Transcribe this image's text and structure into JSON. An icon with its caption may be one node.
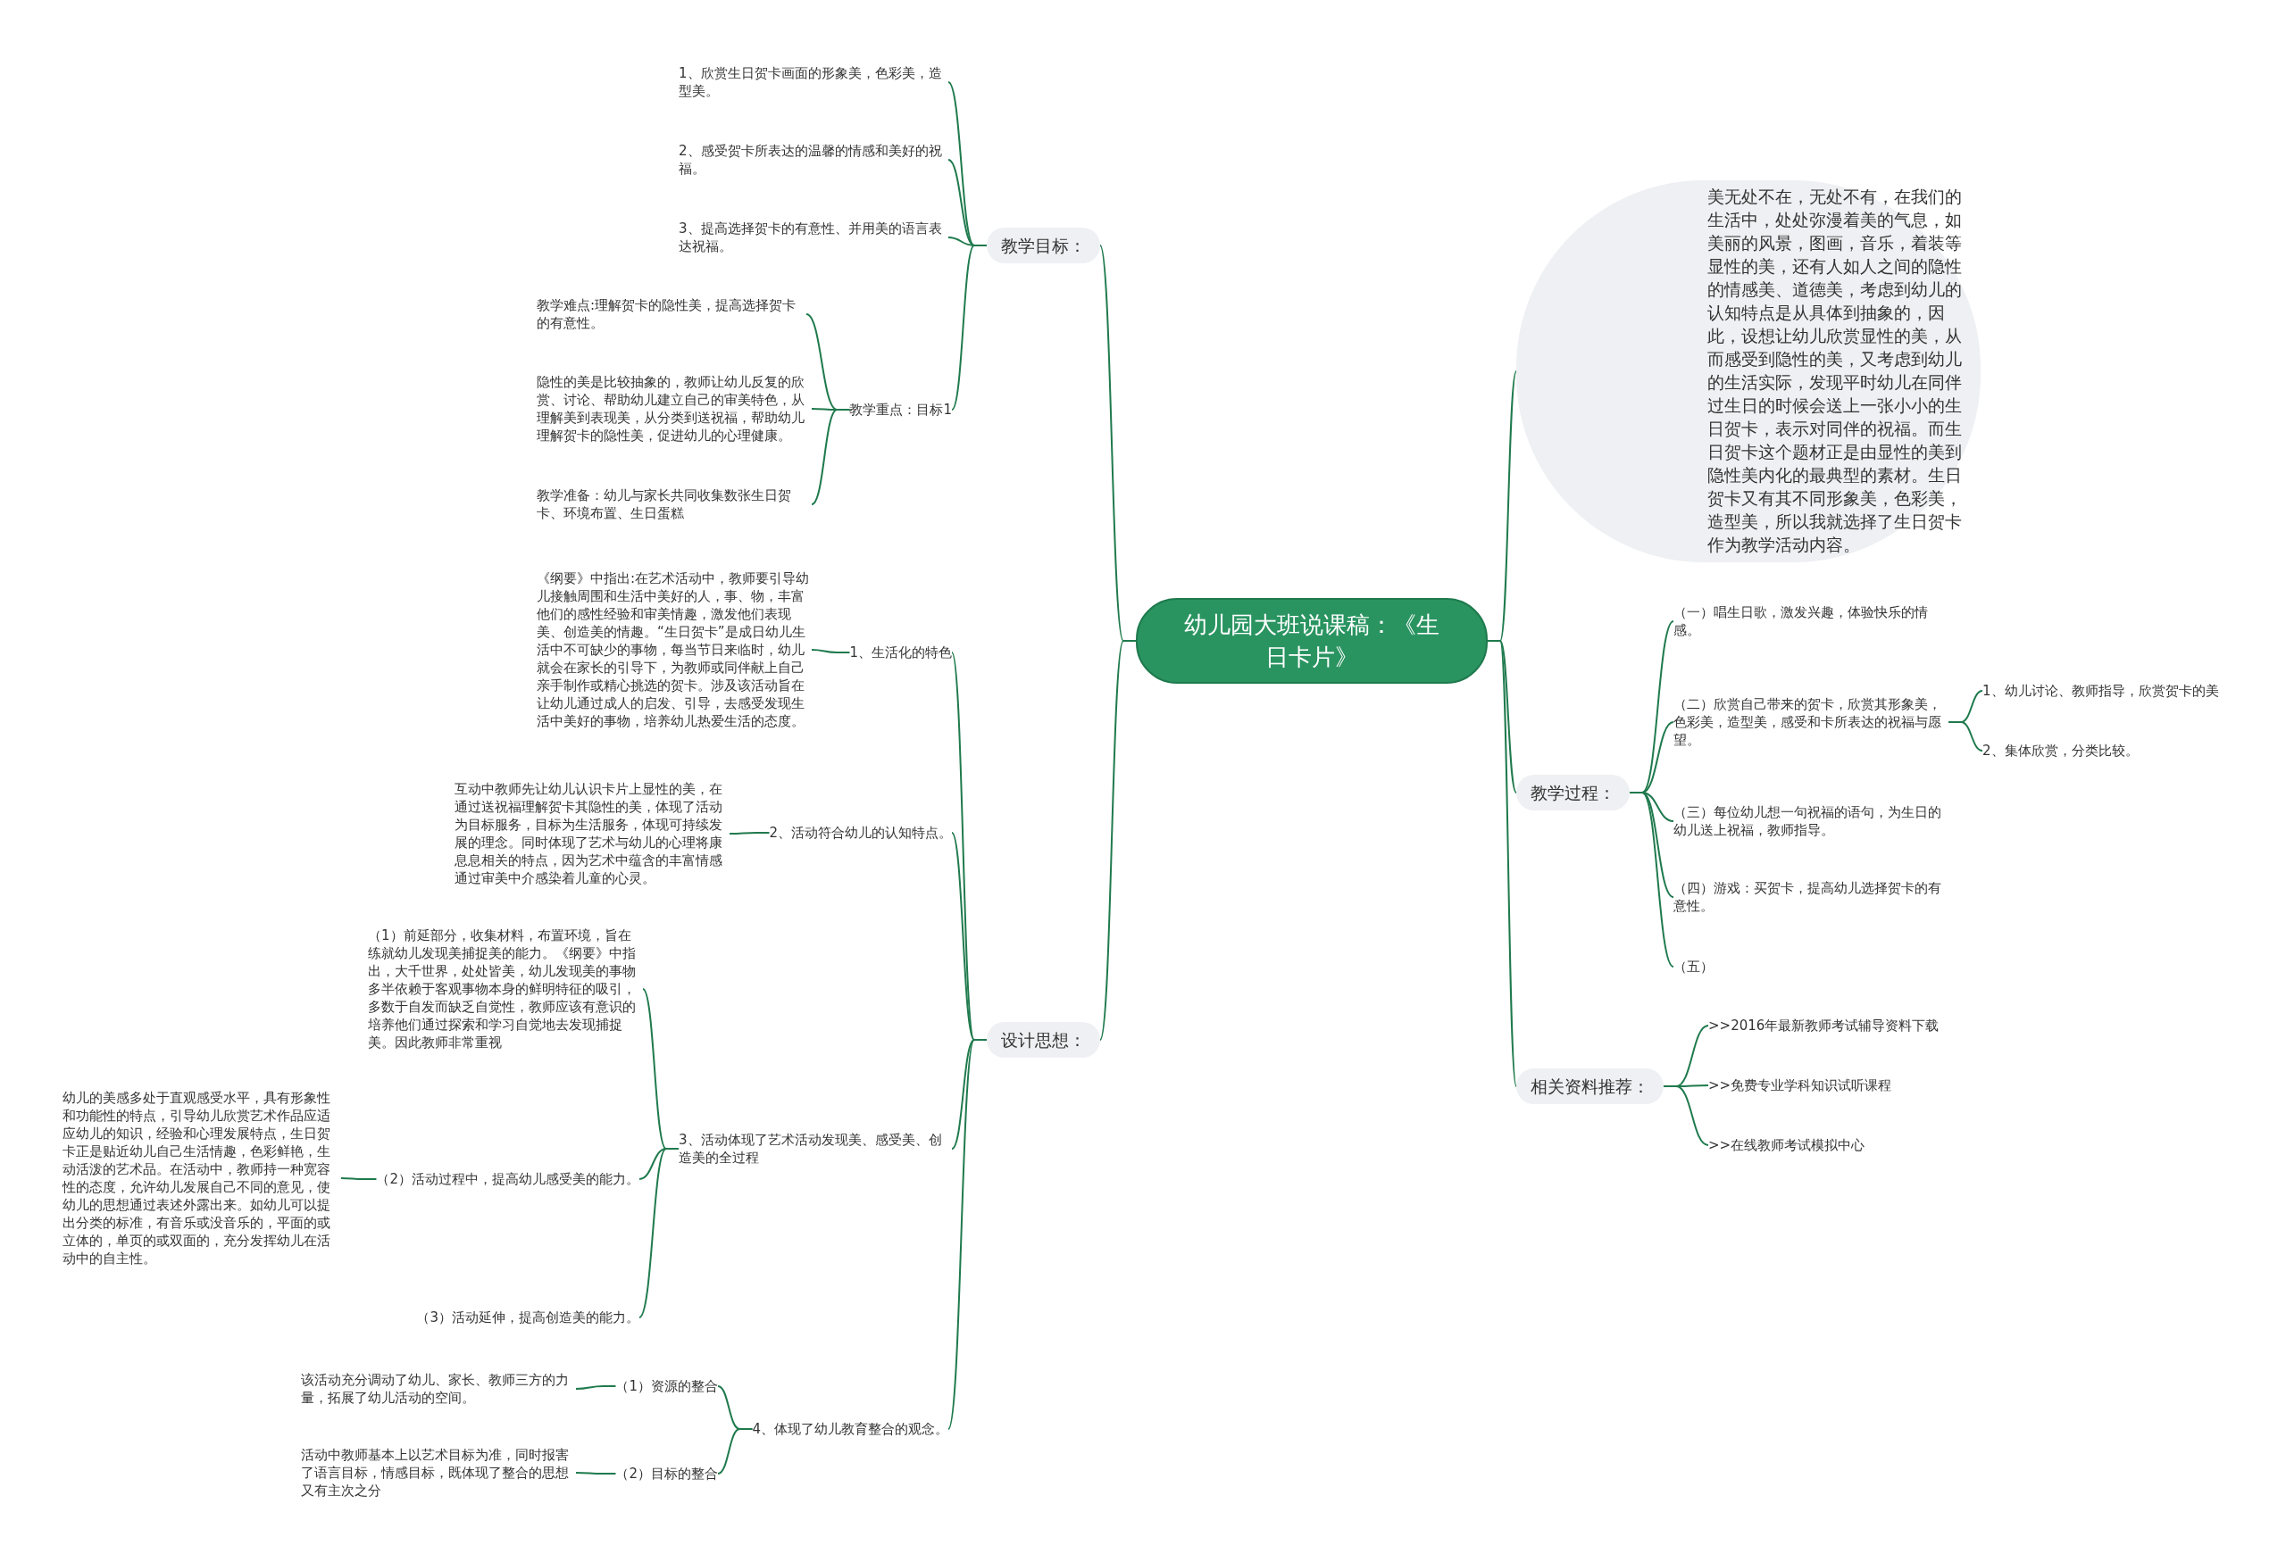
{
  "diagram": {
    "nodes": [
      {
        "text": [
          "幼儿园大班说课稿：《生日卡片》"
        ]
      },
      {
        "text": [
          "教学目标："
        ]
      },
      {
        "text": [
          "1、欣赏生日贺卡画面的形象美，色彩美，造型美。"
        ]
      },
      {
        "text": [
          "2、感受贺卡所表达的温馨的情感和美好的祝福。"
        ]
      },
      {
        "text": [
          "3、提高选择贺卡的有意性、并用美的语言表达祝福。"
        ]
      },
      {
        "text": [
          "教学重点：目标1"
        ]
      },
      {
        "text": [
          "教学难点:理解贺卡的隐性美，提高选择贺卡的有意性。"
        ]
      },
      {
        "text": [
          "隐性的美是比较抽象的，教师让幼儿反复的欣赏、讨论、帮助幼儿建立自己的审美特色，从理解美到表现美，从分类到送祝福，帮助幼儿理解贺卡的隐性美，促进幼儿的心理健康。"
        ]
      },
      {
        "text": [
          "教学准备：幼儿与家长共同收集数张生日贺卡、环境布置、生日蛋糕"
        ]
      },
      {
        "text": [
          "设计思想："
        ]
      },
      {
        "text": [
          "1、生活化的特色"
        ]
      },
      {
        "text": [
          "《纲要》中指出:在艺术活动中，教师要引导幼儿接触周围和生活中美好的人，事、物，丰富他们的感性经验和审美情趣，激发他们表现美、创造美的情趣。“生日贺卡”是成日幼儿生活中不可缺少的事物，每当节日来临时，幼儿就会在家长的引导下，为教师或同伴献上自己亲手制作或精心挑选的贺卡。涉及该活动旨在让幼儿通过成人的启发、引导，去感受发现生活中美好的事物，培养幼儿热爱生活的态度。"
        ]
      },
      {
        "text": [
          "2、活动符合幼儿的认知特点。"
        ]
      },
      {
        "text": [
          "互动中教师先让幼儿认识卡片上显性的美，在通过送祝福理解贺卡其隐性的美，体现了活动为目标服务，目标为生活服务，体现可持续发展的理念。同时体现了艺术与幼儿的心理将康息息相关的特点，因为艺术中蕴含的丰富情感通过审美中介感染着儿童的心灵。"
        ]
      },
      {
        "text": [
          "3、活动体现了艺术活动发现美、感受美、创造美的全过程"
        ]
      },
      {
        "text": [
          "（1）前延部分，收集材料，布置环境，旨在练就幼儿发现美捕捉美的能力。《纲要》中指出，大千世界，处处皆美，幼儿发现美的事物多半依赖于客观事物本身的鲜明特征的吸引，多数于自发而缺乏自觉性，教师应该有意识的培养他们通过探索和学习自觉地去发现捕捉美。因此教师非常重视"
        ]
      },
      {
        "text": [
          "（2）活动过程中，提高幼儿感受美的能力。"
        ]
      },
      {
        "text": [
          "幼儿的美感多处于直观感受水平，具有形象性和功能性的特点，引导幼儿欣赏艺术作品应适应幼儿的知识，经验和心理发展特点，生日贺卡正是贴近幼儿自己生活情趣，色彩鲜艳，生动活泼的艺术品。在活动中，教师持一种宽容性的态度，允许幼儿发展自己不同的意见，使幼儿的思想通过表述外露出来。如幼儿可以提出分类的标准，有音乐或没音乐的，平面的或立体的，单页的或双面的，充分发挥幼儿在活动中的自主性。"
        ]
      },
      {
        "text": [
          "（3）活动延伸，提高创造美的能力。"
        ]
      },
      {
        "text": [
          "4、体现了幼儿教育整合的观念。"
        ]
      },
      {
        "text": [
          "（1）资源的整合"
        ]
      },
      {
        "text": [
          "该活动充分调动了幼儿、家长、教师三方的力量，拓展了幼儿活动的空间。"
        ]
      },
      {
        "text": [
          "（2）目标的整合"
        ]
      },
      {
        "text": [
          "活动中教师基本上以艺术目标为准，同时报害了语言目标，情感目标，既体现了整合的思想又有主次之分"
        ]
      },
      {
        "text": [
          "美无处不在，无处不有，在我们的生活中，处处弥漫着美的气息，如美丽的风景，图画，音乐，着装等显性的美，还有人如人之间的隐性的情感美、道德美，考虑到幼儿的认知特点是从具体到抽象的，因此，设想让幼儿欣赏显性的美，从而感受到隐性的美，又考虑到幼儿的生活实际，发现平时幼儿在同伴过生日的时候会送上一张小小的生日贺卡，表示对同伴的祝福。而生日贺卡这个题材正是由显性的美到隐性美内化的最典型的素材。生日贺卡又有其不同形象美，色彩美，造型美，所以我就选择了生日贺卡作为教学活动内容。"
        ]
      },
      {
        "text": [
          "教学过程："
        ]
      },
      {
        "text": [
          "（一）唱生日歌，激发兴趣，体验快乐的情感。"
        ]
      },
      {
        "text": [
          "（二）欣赏自己带来的贺卡，欣赏其形象美，色彩美，造型美，感受和卡所表达的祝福与愿望。"
        ]
      },
      {
        "text": [
          "1、幼儿讨论、教师指导，欣赏贺卡的美"
        ]
      },
      {
        "text": [
          "2、集体欣赏，分类比较。"
        ]
      },
      {
        "text": [
          "（三）每位幼儿想一句祝福的语句，为生日的幼儿送上祝福，教师指导。"
        ]
      },
      {
        "text": [
          "（四）游戏：买贺卡，提高幼儿选择贺卡的有意性。"
        ]
      },
      {
        "text": [
          "（五）"
        ]
      },
      {
        "text": [
          "相关资料推荐："
        ]
      },
      {
        "text": [
          ">>2016年最新教师考试辅导资料下载"
        ]
      },
      {
        "text": [
          ">>免费专业学科知识试听课程"
        ]
      },
      {
        "text": [
          ">>在线教师考试模拟中心"
        ]
      }
    ],
    "edges": [
      {
        "from": 0,
        "to": 1,
        "arrow": "none"
      },
      {
        "from": 1,
        "to": 2,
        "arrow": "none"
      },
      {
        "from": 1,
        "to": 3,
        "arrow": "none"
      },
      {
        "from": 1,
        "to": 4,
        "arrow": "none"
      },
      {
        "from": 1,
        "to": 5,
        "arrow": "none"
      },
      {
        "from": 5,
        "to": 6,
        "arrow": "none"
      },
      {
        "from": 5,
        "to": 7,
        "arrow": "none"
      },
      {
        "from": 5,
        "to": 8,
        "arrow": "none"
      },
      {
        "from": 0,
        "to": 9,
        "arrow": "none"
      },
      {
        "from": 9,
        "to": 10,
        "arrow": "none"
      },
      {
        "from": 10,
        "to": 11,
        "arrow": "none"
      },
      {
        "from": 9,
        "to": 12,
        "arrow": "none"
      },
      {
        "from": 12,
        "to": 13,
        "arrow": "none"
      },
      {
        "from": 9,
        "to": 14,
        "arrow": "none"
      },
      {
        "from": 14,
        "to": 15,
        "arrow": "none"
      },
      {
        "from": 14,
        "to": 16,
        "arrow": "none"
      },
      {
        "from": 16,
        "to": 17,
        "arrow": "none"
      },
      {
        "from": 14,
        "to": 18,
        "arrow": "none"
      },
      {
        "from": 9,
        "to": 19,
        "arrow": "none"
      },
      {
        "from": 19,
        "to": 20,
        "arrow": "none"
      },
      {
        "from": 20,
        "to": 21,
        "arrow": "none"
      },
      {
        "from": 19,
        "to": 22,
        "arrow": "none"
      },
      {
        "from": 22,
        "to": 23,
        "arrow": "none"
      },
      {
        "from": 0,
        "to": 24,
        "arrow": "none"
      },
      {
        "from": 0,
        "to": 25,
        "arrow": "none"
      },
      {
        "from": 25,
        "to": 26,
        "arrow": "none"
      },
      {
        "from": 25,
        "to": 27,
        "arrow": "none"
      },
      {
        "from": 27,
        "to": 28,
        "arrow": "none"
      },
      {
        "from": 27,
        "to": 29,
        "arrow": "none"
      },
      {
        "from": 25,
        "to": 30,
        "arrow": "none"
      },
      {
        "from": 25,
        "to": 31,
        "arrow": "none"
      },
      {
        "from": 25,
        "to": 32,
        "arrow": "none"
      },
      {
        "from": 0,
        "to": 33,
        "arrow": "none"
      },
      {
        "from": 33,
        "to": 34,
        "arrow": "none"
      },
      {
        "from": 33,
        "to": 35,
        "arrow": "none"
      },
      {
        "from": 33,
        "to": 36,
        "arrow": "none"
      }
    ]
  }
}
